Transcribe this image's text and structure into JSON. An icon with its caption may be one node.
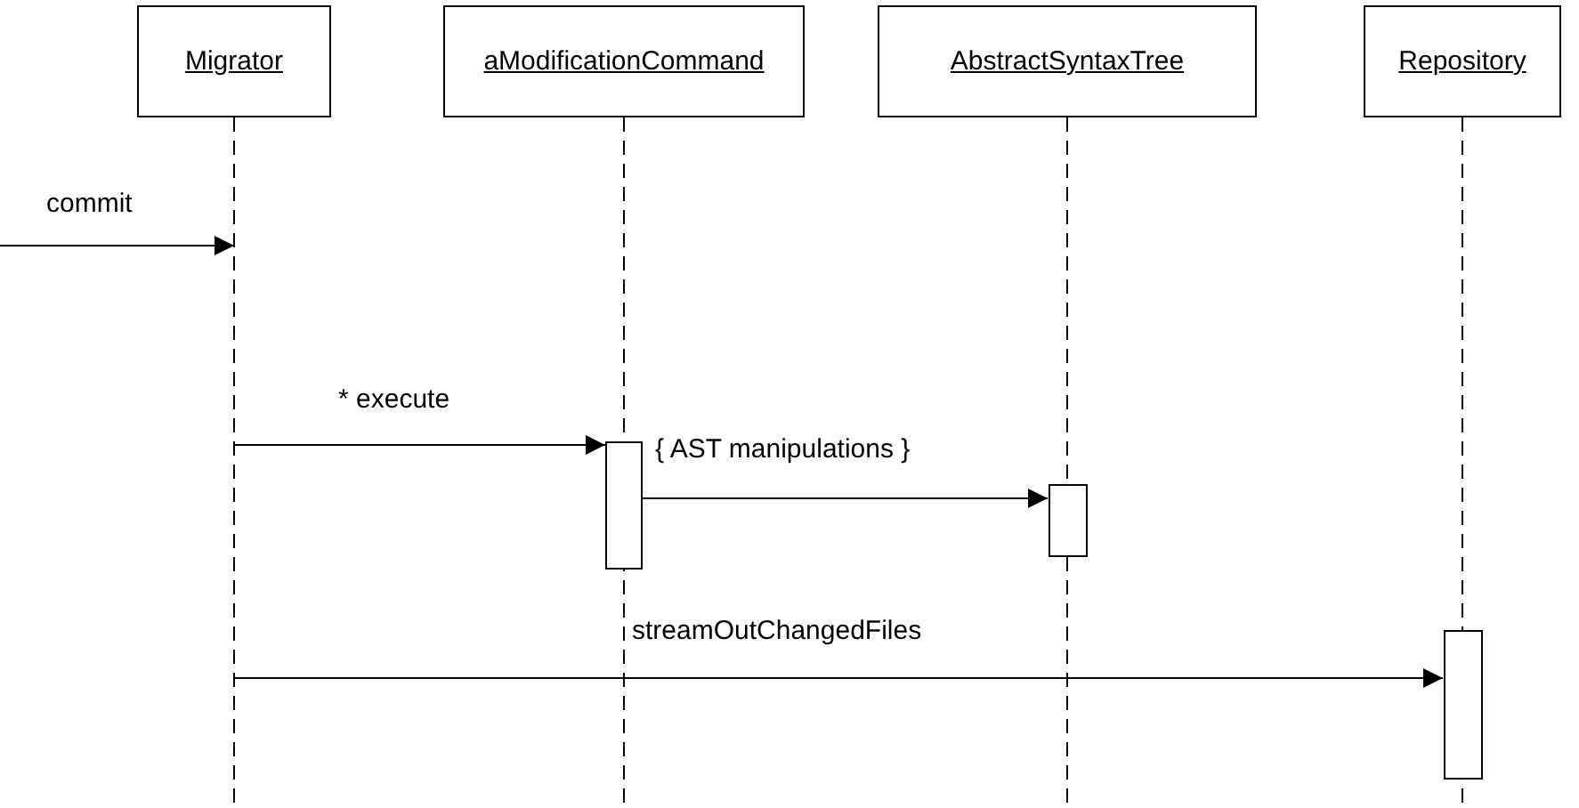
{
  "diagram": {
    "nodes": [
      {
        "text": [
          "Migrator"
        ]
      },
      {
        "text": [
          "aModificationCommand"
        ]
      },
      {
        "text": [
          "AbstractSyntaxTree"
        ]
      },
      {
        "text": [
          "Repository"
        ]
      },
      {
        "text": [],
        "shape": "bar",
        "in": 1
      },
      {
        "text": [],
        "shape": "bar",
        "in": 2
      },
      {
        "text": [],
        "shape": "bar",
        "in": 3
      }
    ],
    "edges": [
      {
        "from": null,
        "to": 0,
        "arrow": "to",
        "label": "commit"
      },
      {
        "from": 0,
        "to": 4,
        "arrow": "to",
        "label": "* execute"
      },
      {
        "from": 4,
        "to": 5,
        "arrow": "to",
        "label": "{ AST manipulations }"
      },
      {
        "from": 0,
        "to": 6,
        "arrow": "to",
        "label": "streamOutChangedFiles"
      }
    ]
  }
}
